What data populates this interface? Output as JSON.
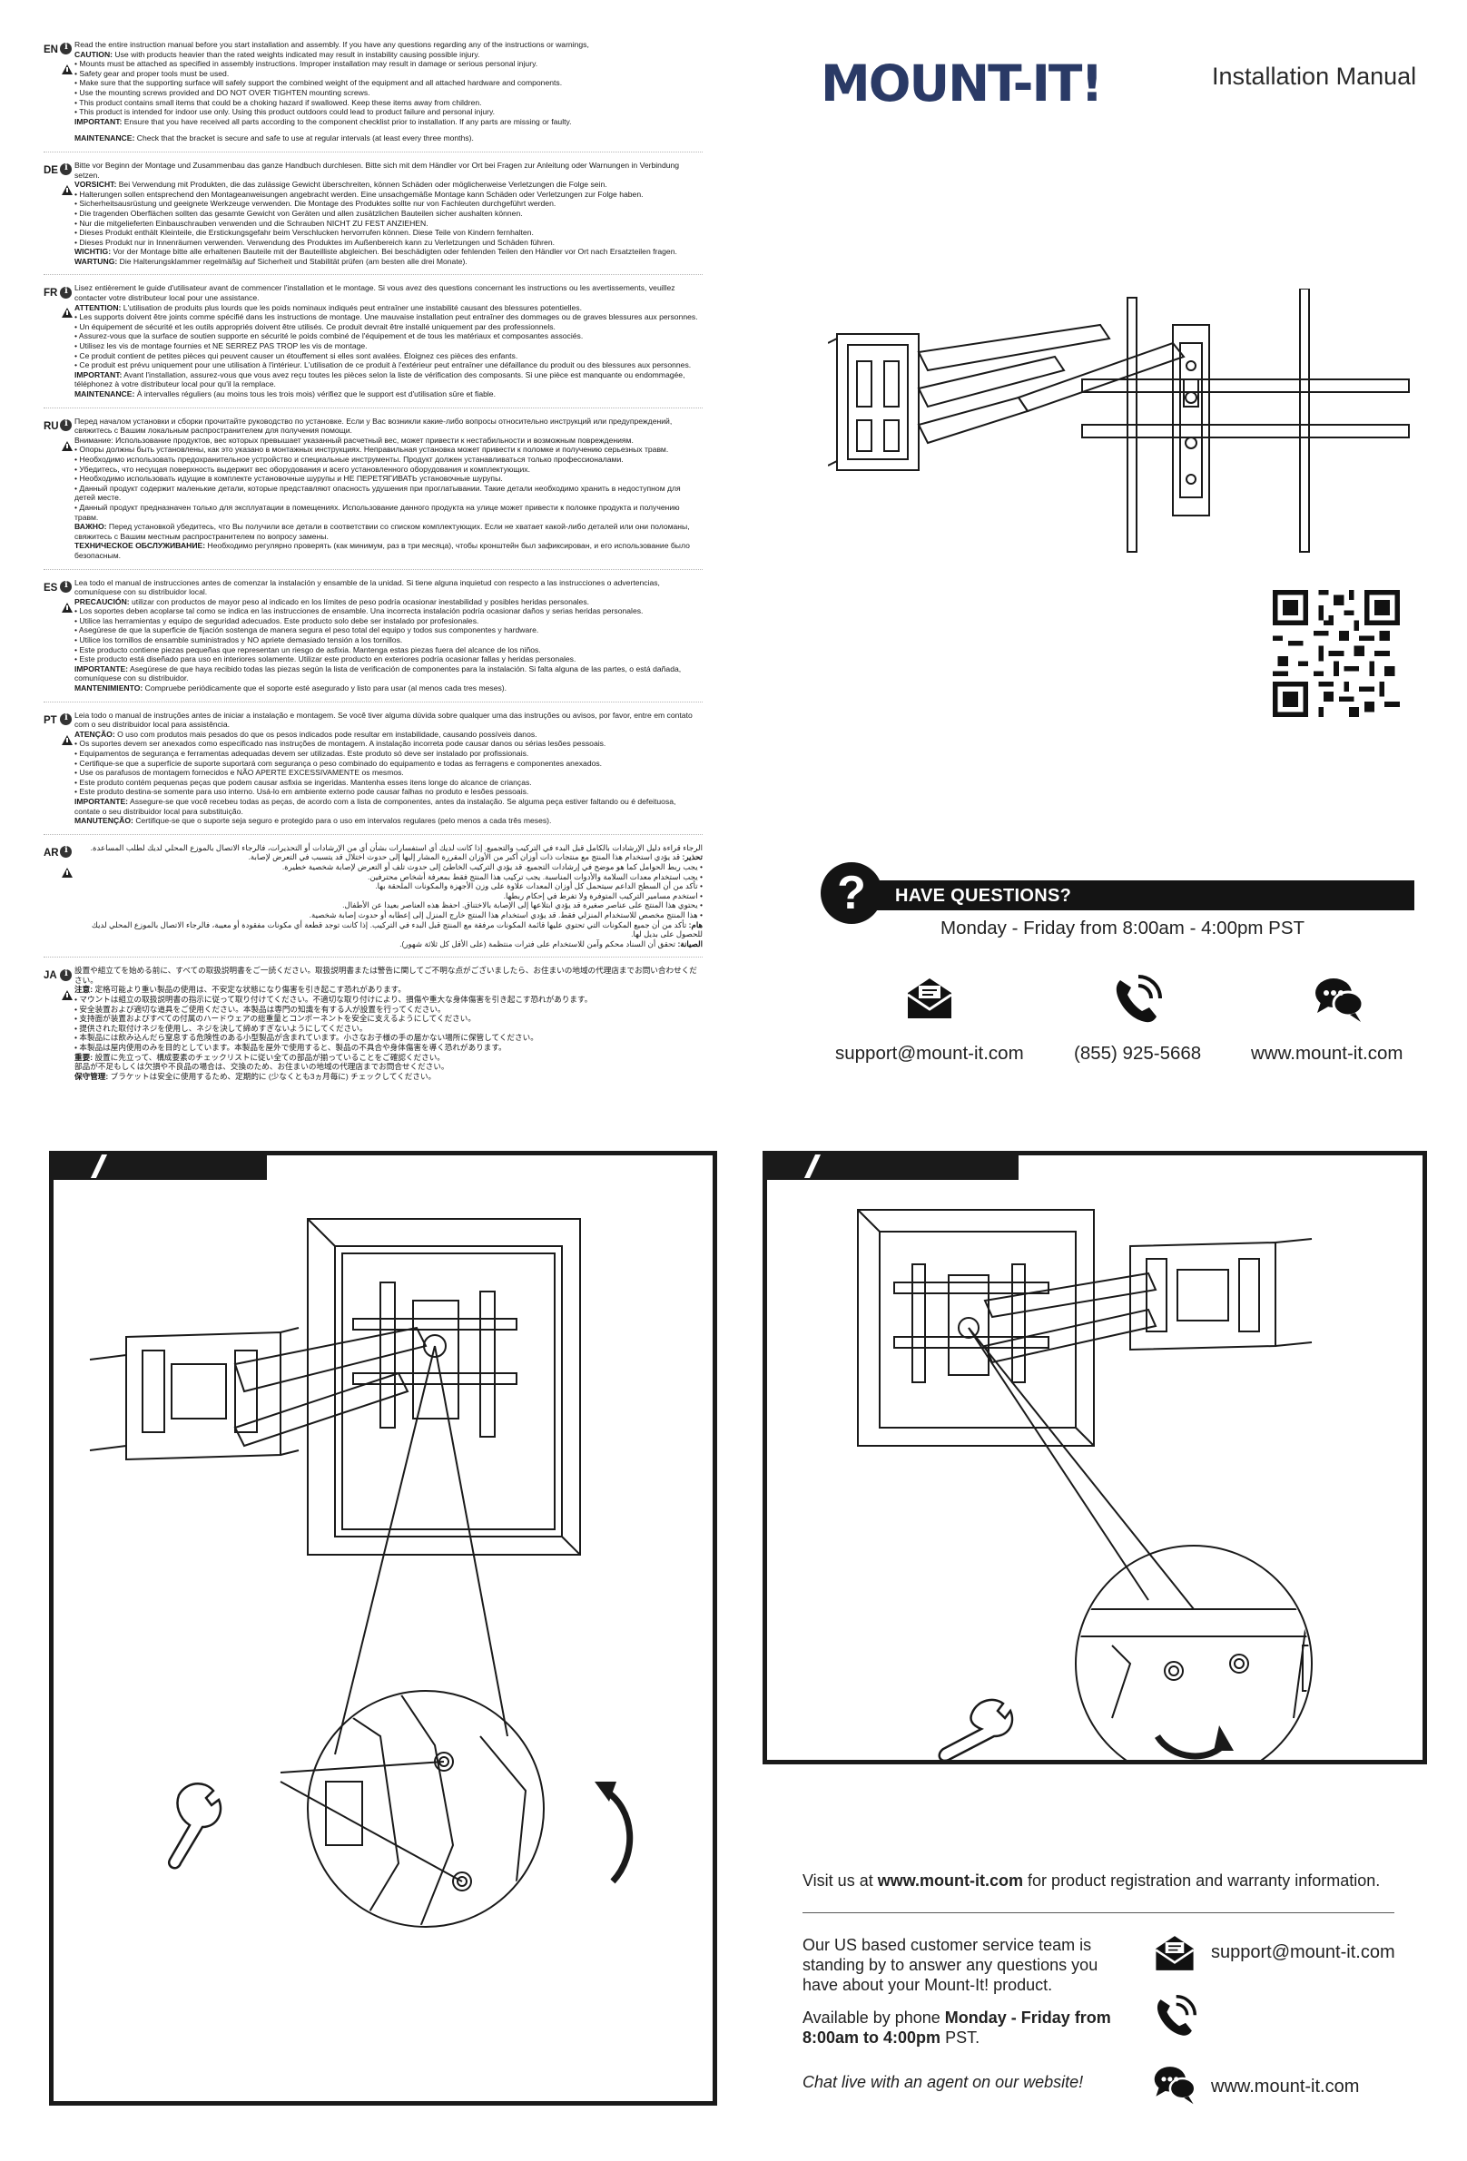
{
  "header": {
    "logo": "MOUNT-IT!",
    "title": "Installation Manual"
  },
  "warnings": [
    {
      "code": "EN",
      "lines": [
        "Read the entire instruction manual before you start installation and assembly. If you have any questions regarding any of the instructions or warnings,",
        "CAUTION: Use with products heavier than the rated weights indicated may result in instability causing possible injury.",
        "• Mounts must be attached as specified in assembly instructions. Improper installation may result in damage or serious personal injury.",
        "• Safety gear and proper tools must be used.",
        "• Make sure that the supporting surface will safely support the combined weight of the equipment and all attached hardware and components.",
        "• Use the mounting screws provided and DO NOT OVER TIGHTEN mounting screws.",
        "• This product contains small items that could be a choking hazard if swallowed. Keep these items away from children.",
        "• This product is intended for indoor use only. Using this product outdoors could lead to product failure and personal injury.",
        "IMPORTANT: Ensure that you have received all parts according to the component checklist prior to installation. If any parts are missing or faulty.",
        "MAINTENANCE: Check that the bracket is secure and safe to use at regular intervals (at least every three months)."
      ]
    },
    {
      "code": "DE",
      "lines": [
        "Bitte vor Beginn der Montage und Zusammenbau das ganze Handbuch durchlesen. Bitte sich mit dem Händler vor Ort bei Fragen zur Anleitung oder Warnungen in Verbindung setzen.",
        "VORSICHT: Bei Verwendung mit Produkten, die das zulässige Gewicht überschreiten, können Schäden oder möglicherweise Verletzungen die Folge sein.",
        "• Halterungen sollen entsprechend den Montageanweisungen angebracht werden. Eine unsachgemäße Montage kann Schäden oder Verletzungen zur Folge haben.",
        "• Sicherheitsausrüstung und geeignete Werkzeuge verwenden. Die Montage des Produktes sollte nur von Fachleuten durchgeführt werden.",
        "• Die tragenden Oberflächen sollten das gesamte Gewicht von Geräten und allen zusätzlichen Bauteilen sicher aushalten können.",
        "• Nur die mitgelieferten Einbauschrauben verwenden und die Schrauben NICHT ZU FEST ANZIEHEN.",
        "• Dieses Produkt enthält Kleinteile, die Erstickungsgefahr beim Verschlucken hervorrufen können. Diese Teile von Kindern fernhalten.",
        "• Dieses Produkt nur in Innenräumen verwenden. Verwendung des Produktes im Außenbereich kann zu Verletzungen und Schäden führen.",
        "WICHTIG: Vor der Montage bitte alle erhaltenen Bauteile mit der Bauteilliste abgleichen. Bei beschädigten oder fehlenden Teilen den Händler vor Ort nach Ersatzteilen fragen.",
        "WARTUNG: Die Halterungsklammer regelmäßig auf Sicherheit und Stabilität prüfen (am besten alle drei Monate)."
      ]
    },
    {
      "code": "FR",
      "lines": [
        "Lisez entièrement le guide d'utilisateur avant de commencer l'installation et le montage. Si vous avez des questions concernant les instructions ou les avertissements, veuillez contacter votre distributeur local pour une assistance.",
        "ATTENTION: L'utilisation de produits plus lourds que les poids nominaux indiqués peut entraîner une instabilité causant des blessures potentielles.",
        "• Les supports doivent être joints comme spécifié dans les instructions de montage. Une mauvaise installation peut entraîner des dommages ou de graves blessures aux personnes.",
        "• Un équipement de sécurité et les outils appropriés doivent être utilisés. Ce produit devrait être installé uniquement par des professionnels.",
        "• Assurez-vous que la surface de soutien supporte en sécurité le poids combiné de l'équipement et de tous les matériaux et composantes associés.",
        "• Utilisez les vis de montage fournies et NE SERREZ PAS TROP les vis de montage.",
        "• Ce produit contient de petites pièces qui peuvent causer un étouffement si elles sont avalées. Éloignez ces pièces des enfants.",
        "• Ce produit est prévu uniquement pour une utilisation à l'intérieur. L'utilisation de ce produit à l'extérieur peut entraîner une défaillance du produit ou des blessures aux personnes.",
        "IMPORTANT: Avant l'installation, assurez-vous que vous avez reçu toutes les pièces selon la liste de vérification des composants. Si une pièce est manquante ou endommagée, téléphonez à votre distributeur local pour qu'il la remplace.",
        "MAINTENANCE: À intervalles réguliers (au moins tous les trois mois) vérifiez que le support est d'utilisation sûre et fiable."
      ]
    },
    {
      "code": "RU",
      "lines": [
        "Перед началом установки и сборки прочитайте руководство по установке. Если у Вас возникли какие-либо вопросы относительно инструкций или предупреждений, свяжитесь с Вашим локальным распространителем для получения помощи.",
        "Внимание: Использование продуктов, вес которых превышает указанный расчетный вес, может привести к нестабильности и возможным повреждениям.",
        "• Опоры должны быть установлены, как это указано в монтажных инструкциях. Неправильная установка может привести к поломке и получению серьезных травм.",
        "• Необходимо использовать предохранительное устройство и специальные инструменты. Продукт должен устанавливаться только профессионалами.",
        "• Убедитесь, что несущая поверхность выдержит вес оборудования и всего установленного оборудования и комплектующих.",
        "• Необходимо использовать идущие в комплекте установочные шурупы и НЕ ПЕРЕТЯГИВАТЬ установочные шурупы.",
        "• Данный продукт содержит маленькие детали, которые представляют опасность удушения при проглатывании. Такие детали необходимо хранить в недоступном для детей месте.",
        "• Данный продукт предназначен только для эксплуатации в помещениях. Использование данного продукта на улице может привести к поломке продукта и получению травм.",
        "ВАЖНО: Перед установкой убедитесь, что Вы получили все детали в соответствии со списком комплектующих. Если не хватает какой-либо деталей или они поломаны, свяжитесь с Вашим местным распространителем по вопросу замены.",
        "ТЕХНИЧЕСКОЕ ОБСЛУЖИВАНИЕ: Необходимо регулярно проверять (как минимум, раз в три месяца), чтобы кронштейн был зафиксирован, и его использование было безопасным."
      ]
    },
    {
      "code": "ES",
      "lines": [
        "Lea todo el manual de instrucciones antes de comenzar la instalación y ensamble de la unidad. Si tiene alguna inquietud con respecto a las instrucciones o advertencias, comuníquese con su distribuidor local.",
        "PRECAUCIÓN: utilizar con productos de mayor peso al indicado en los límites de peso podría ocasionar inestabilidad y posibles heridas personales.",
        "• Los soportes deben acoplarse tal como se indica en las instrucciones de ensamble. Una incorrecta instalación podría ocasionar daños y serias heridas personales.",
        "• Utilice las herramientas y equipo de seguridad adecuados. Este producto solo debe ser instalado por profesionales.",
        "• Asegúrese de que la superficie de fijación sostenga de manera segura el peso total del equipo y todos sus componentes y hardware.",
        "• Utilice los tornillos de ensamble suministrados y NO apriete demasiado tensión a los tornillos.",
        "• Este producto contiene piezas pequeñas que representan un riesgo de asfixia. Mantenga estas piezas fuera del alcance de los niños.",
        "• Este producto está diseñado para uso en interiores solamente. Utilizar este producto en exteriores podría ocasionar fallas y heridas personales.",
        "IMPORTANTE: Asegúrese de que haya recibido todas las piezas según la lista de verificación de componentes para la instalación. Si falta alguna de las partes, o está dañada, comuníquese con su distribuidor.",
        "MANTENIMIENTO: Compruebe periódicamente que el soporte esté asegurado y listo para usar (al menos cada tres meses)."
      ]
    },
    {
      "code": "PT",
      "lines": [
        "Leia todo o manual de instruções antes de iniciar a instalação e montagem. Se você tiver alguma dúvida sobre qualquer uma das instruções ou avisos, por favor, entre em contato com o seu distribuidor local para assistência.",
        "ATENÇÃO: O uso com produtos mais pesados do que os pesos indicados pode resultar em instabilidade, causando possíveis danos.",
        "• Os suportes devem ser anexados como especificado nas instruções de montagem. A instalação incorreta pode causar danos ou sérias lesões pessoais.",
        "• Equipamentos de segurança e ferramentas adequadas devem ser utilizadas. Este produto só deve ser instalado por profissionais.",
        "• Certifique-se que a superfície de suporte suportará com segurança o peso combinado do equipamento e todas as ferragens e componentes anexados.",
        "• Use os parafusos de montagem fornecidos e NÃO APERTE EXCESSIVAMENTE os mesmos.",
        "• Este produto contém pequenas peças que podem causar asfixia se ingeridas. Mantenha esses itens longe do alcance de crianças.",
        "• Este produto destina-se somente para uso interno. Usá-lo em ambiente externo pode causar falhas no produto e lesões pessoais.",
        "IMPORTANTE: Assegure-se que você recebeu todas as peças, de acordo com a lista de componentes, antes da instalação. Se alguma peça estiver faltando ou é defeituosa, contate o seu distribuidor local para substituição.",
        "MANUTENÇÃO: Certifique-se que o suporte seja seguro e protegido para o uso em intervalos regulares (pelo menos a cada três meses)."
      ]
    },
    {
      "code": "AR",
      "lines": [
        "الرجاء قراءة دليل الإرشادات بالكامل قبل البدء في التركيب والتجميع. إذا كانت لديك أي استفسارات بشأن أي من الإرشادات أو التحذيرات، فالرجاء الاتصال بالموزع المحلي لديك لطلب المساعدة.",
        "تحذير: قد يؤدي استخدام هذا المنتج مع منتجات ذات أوزان أكبر من الأوزان المقررة المشار إليها إلى حدوث اختلال قد يتسبب في التعرض لإصابة.",
        "• يجب ربط الحوامل كما هو موضح في إرشادات التجميع. قد يؤدي التركيب الخاطئ إلى حدوث تلف أو التعرض لإصابة شخصية خطيرة.",
        "• يجب استخدام معدات السلامة والأدوات المناسبة. يجب تركيب هذا المنتج فقط بمعرفة أشخاص محترفين.",
        "• تأكد من أن السطح الداعم سيتحمل كل أوزان المعدات علاوة على وزن الأجهزة والمكونات الملحقة بها.",
        "• استخدم مسامير التركيب المتوفرة ولا تفرط في إحكام ربطها.",
        "• يحتوي هذا المنتج على عناصر صغيرة قد يؤدي ابتلاعها إلى الإصابة بالاختناق. احفظ هذه العناصر بعيدا عن الأطفال.",
        "• هذا المنتج مخصص للاستخدام المنزلي فقط. قد يؤدي استخدام هذا المنتج خارج المنزل إلى إعطابه أو حدوث إصابة شخصية.",
        "هام: تأكد من أن جميع المكونات التي تحتوي عليها قائمة المكونات مرفقة مع المنتج قبل البدء في التركيب. إذا كانت توجد قطعة أي مكونات مفقودة أو معيبة، فالرجاء الاتصال بالموزع المحلي لديك للحصول على بديل لها.",
        "الصيانة: تحقق أن السناد محكم وآمن للاستخدام على فترات منتظمة (على الأقل كل ثلاثة شهور)."
      ]
    },
    {
      "code": "JA",
      "lines": [
        "設置や組立てを始める前に、すべての取扱説明書をご一読ください。取扱説明書または警告に関してご不明な点がございましたら、お住まいの地域の代理店までお問い合わせください。",
        "注意: 定格可能より重い製品の使用は、不安定な状態になり傷害を引き起こす恐れがあります。",
        "• マウントは組立の取扱説明書の指示に従って取り付けてください。不適切な取り付けにより、損傷や重大な身体傷害を引き起こす恐れがあります。",
        "• 安全装置および適切な道具をご使用ください。本製品は専門の知識を有する人が設置を行ってください。",
        "• 支持面が装置およびすべての付属のハードウェアの総重量とコンポーネントを安全に支えるようにしてください。",
        "• 提供された取付けネジを使用し、ネジを決して締めすぎないようにしてください。",
        "• 本製品には飲み込んだら窒息する危険性のある小型製品が含まれています。小さなお子様の手の届かない場所に保管してください。",
        "• 本製品は屋内使用のみを目的としています。本製品を屋外で使用すると、製品の不具合や身体傷害を導く恐れがあります。",
        "重要: 設置に先立って、構成要素のチェックリストに従い全ての部品が揃っていることをご確認ください。",
        "部品が不足もしくは欠損や不良品の場合は、交換のため、お住まいの地域の代理店までお問合せください。",
        "保守管理: ブラケットは安全に使用するため、定期的に (少なくとも3ヵ月毎に) チェックしてください。"
      ]
    }
  ],
  "questions": {
    "badge": "?",
    "title": "HAVE QUESTIONS?",
    "hours": "Monday - Friday from 8:00am - 4:00pm PST",
    "email": "support@mount-it.com",
    "phone": "(855) 925-5668",
    "website": "www.mount-it.com"
  },
  "back_cover": {
    "register_pre": "Visit us at ",
    "register_link": "www.mount-it.com",
    "register_post": " for product registration and warranty information.",
    "service_text": "Our US based customer service team is standing by to answer any questions you have about your Mount-It! product.",
    "phone_pre": "Available by phone ",
    "phone_bold": "Monday - Friday from 8:00am to 4:00pm",
    "phone_post": " PST.",
    "chat_text": "Chat live with an agent on our website!",
    "email": "support@mount-it.com",
    "website": "www.mount-it.com"
  },
  "icons": {
    "email": "envelope-icon",
    "phone": "phone-icon",
    "chat": "chat-bubbles-icon",
    "info": "info-icon",
    "warning": "warning-icon",
    "rotate": "rotate-arrow-icon",
    "wrench": "wrench-icon"
  },
  "colors": {
    "logo": "#2a3a66",
    "bar": "#141414",
    "text": "#1a1a1a"
  }
}
